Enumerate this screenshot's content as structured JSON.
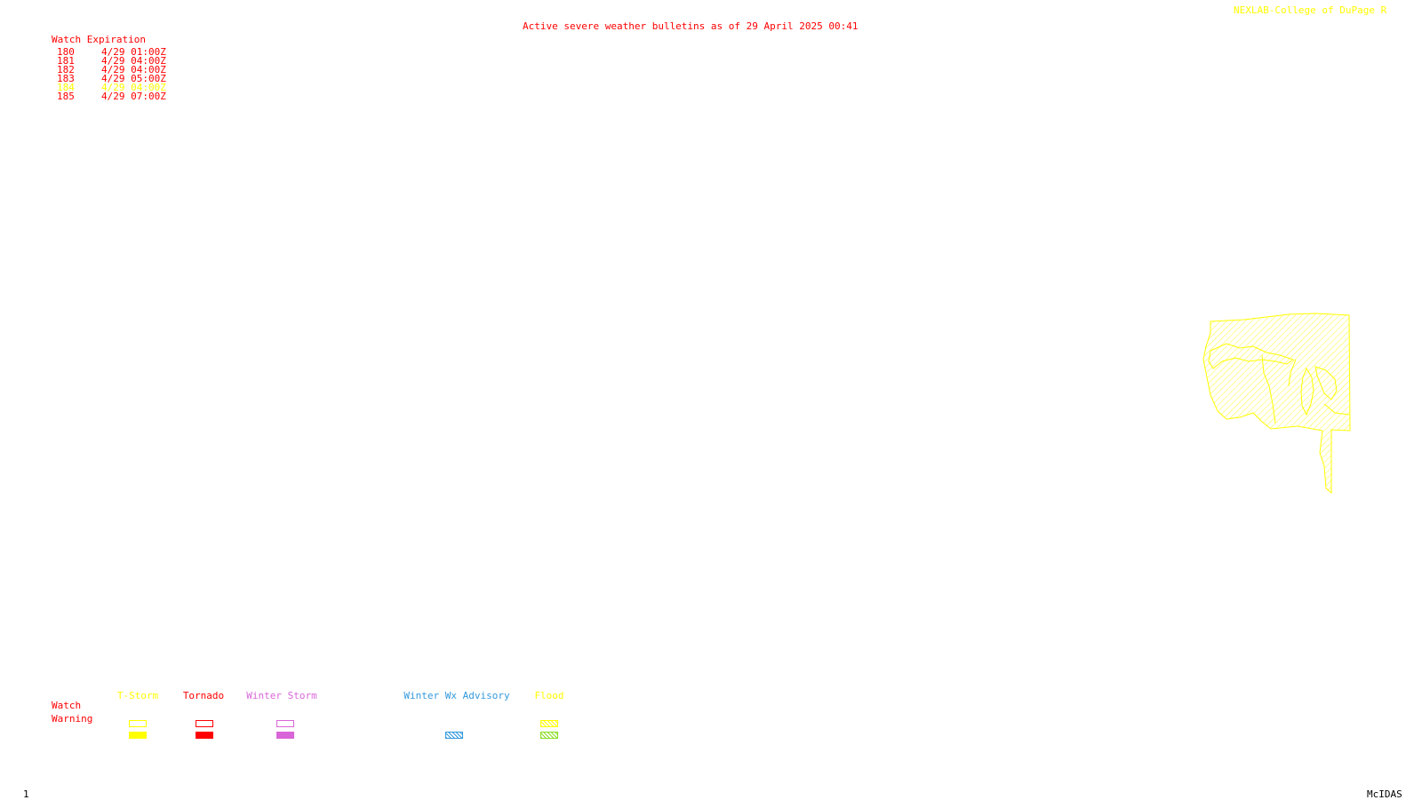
{
  "header": {
    "credit": "NEXLAB-College of DuPage R",
    "title": "Active severe weather bulletins as of 29 April 2025 00:41"
  },
  "watch_table": {
    "heading": "Watch Expiration",
    "rows": [
      {
        "id": "180",
        "expires": "4/29 01:00Z",
        "color": "#ff0000"
      },
      {
        "id": "181",
        "expires": "4/29 04:00Z",
        "color": "#ff0000"
      },
      {
        "id": "182",
        "expires": "4/29 04:00Z",
        "color": "#ff0000"
      },
      {
        "id": "183",
        "expires": "4/29 05:00Z",
        "color": "#ff0000"
      },
      {
        "id": "184",
        "expires": "4/29 04:00Z",
        "color": "#ffff00"
      },
      {
        "id": "185",
        "expires": "4/29 07:00Z",
        "color": "#ff0000"
      }
    ]
  },
  "legend": {
    "row_watch": "Watch",
    "row_warning": "Warning",
    "categories": [
      {
        "key": "tstorm",
        "label": "T-Storm",
        "color": "#ffff00"
      },
      {
        "key": "tornado",
        "label": "Tornado",
        "color": "#ff0000"
      },
      {
        "key": "winter_storm",
        "label": "Winter Storm",
        "color": "#d966d9"
      },
      {
        "key": "winter_wx_advisory",
        "label": "Winter Wx Advisory",
        "color": "#3399dd"
      },
      {
        "key": "flood",
        "label": "Flood",
        "color": "#ffff00",
        "warning_color": "#88dd22"
      }
    ]
  },
  "footer": {
    "frame_number": "1",
    "software": "McIDAS"
  },
  "map": {
    "watch_area_color": "#ffff00"
  }
}
